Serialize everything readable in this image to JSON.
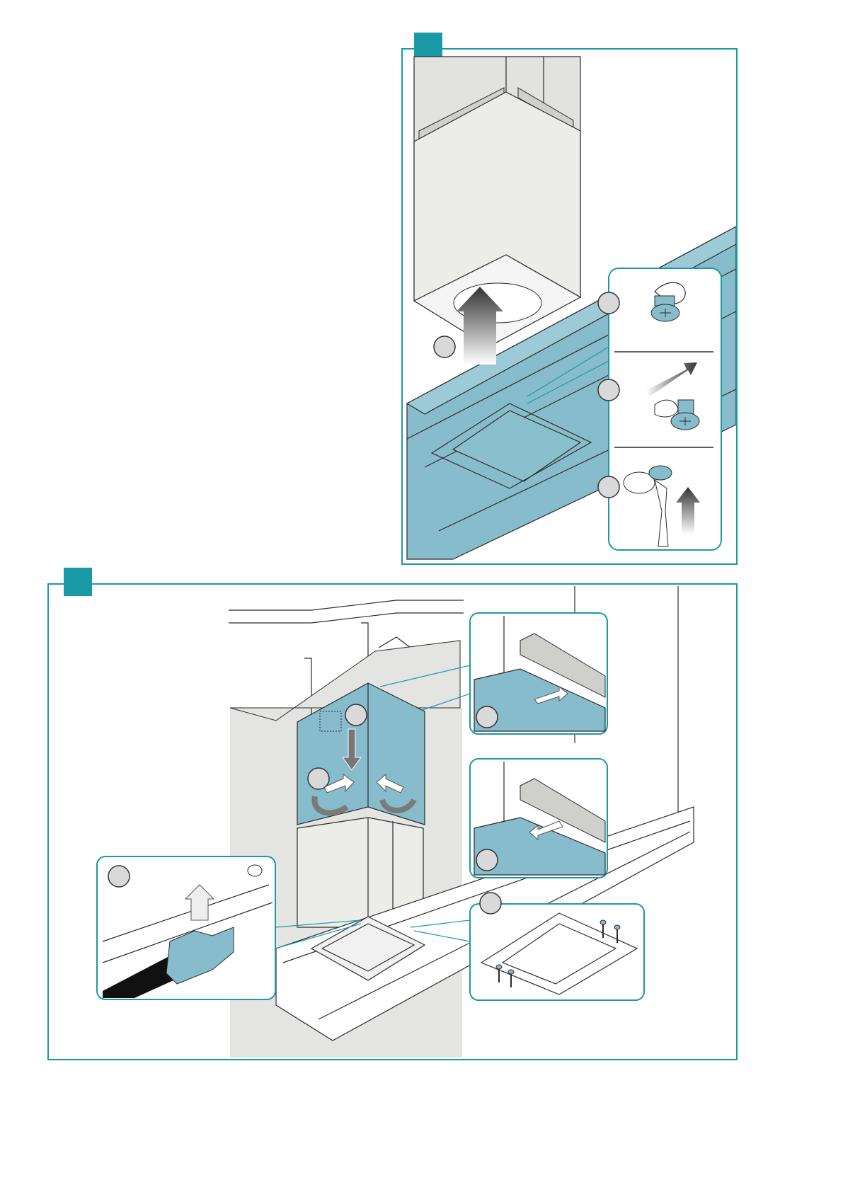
{
  "diagram": {
    "accent_color": "#1a9aa6",
    "part_teal": "#86bccb",
    "part_grey": "#e2e2df",
    "top_panel": {
      "step_markers": [
        "",
        "",
        "",
        ""
      ],
      "icons": [
        "chimney-lift-arrow",
        "screw-keyhole-icon",
        "screw-slide-icon",
        "screwdriver-icon"
      ]
    },
    "bottom_panel": {
      "step_markers": [
        "",
        "",
        "",
        "",
        ""
      ],
      "icons": [
        "panel-down-arrow",
        "panel-fold-arrows",
        "screw-insert-icon",
        "screw-remove-icon",
        "clip-lift-icon"
      ]
    }
  }
}
